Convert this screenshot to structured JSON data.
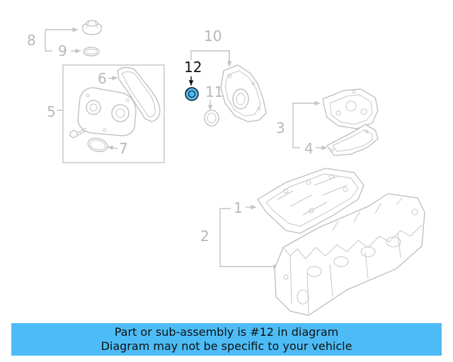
{
  "callouts": {
    "c1": "1",
    "c2": "2",
    "c3": "3",
    "c4": "4",
    "c5": "5",
    "c6": "6",
    "c7": "7",
    "c8": "8",
    "c9": "9",
    "c10": "10",
    "c11": "11",
    "c12": "12"
  },
  "highlight_callout": "12",
  "colors": {
    "banner_bg": "#4dbcf6",
    "highlight_part": "#4dbcf6",
    "line_art": "#bdbdbd"
  },
  "banner": {
    "line1": "Part or sub-assembly is #12 in diagram",
    "line2": "Diagram may not be specific to your vehicle"
  }
}
